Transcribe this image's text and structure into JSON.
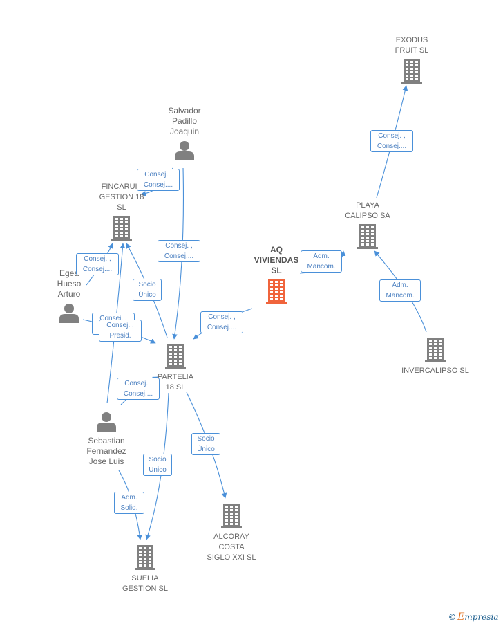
{
  "nodes": [
    {
      "id": "exodus",
      "type": "company",
      "label": "EXODUS\nFRUIT  SL"
    },
    {
      "id": "salvador",
      "type": "person",
      "label": "Salvador\nPadillo\nJoaquin"
    },
    {
      "id": "fincaruiz",
      "type": "company",
      "label": "FINCARUIZ\nGESTION 18\nSL"
    },
    {
      "id": "playa",
      "type": "company",
      "label": "PLAYA\nCALIPSO SA"
    },
    {
      "id": "aq",
      "type": "company",
      "focus": true,
      "label": "AQ\nVIVIENDAS\nSL"
    },
    {
      "id": "egea",
      "type": "person",
      "label": "Egea\nHueso\nArturo"
    },
    {
      "id": "invercalipso",
      "type": "company",
      "label": "INVERCALIPSO SL"
    },
    {
      "id": "partelia",
      "type": "company",
      "label": "PARTELIA\n18  SL"
    },
    {
      "id": "sebastian",
      "type": "person",
      "label": "Sebastian\nFernandez\nJose Luis"
    },
    {
      "id": "alcoray",
      "type": "company",
      "label": "ALCORAY\nCOSTA\nSIGLO XXI  SL"
    },
    {
      "id": "suelia",
      "type": "company",
      "label": "SUELIA\nGESTION  SL"
    }
  ],
  "edges": [
    {
      "from": "playa",
      "to": "exodus",
      "label": "Consej. ,\nConsej...."
    },
    {
      "from": "salvador",
      "to": "fincaruiz",
      "label": "Consej. ,\nConsej...."
    },
    {
      "from": "salvador",
      "to": "partelia",
      "label": "Consej. ,\nConsej...."
    },
    {
      "from": "aq",
      "to": "playa",
      "label": "Adm.\nMancom."
    },
    {
      "from": "invercalipso",
      "to": "playa",
      "label": "Adm.\nMancom."
    },
    {
      "from": "egea",
      "to": "fincaruiz",
      "label": "Consej. ,\nConsej...."
    },
    {
      "from": "partelia",
      "to": "fincaruiz",
      "label": "Socio\nÚnico"
    },
    {
      "from": "aq",
      "to": "partelia",
      "label": "Consej. ,\nConsej...."
    },
    {
      "from": "egea",
      "to": "partelia",
      "label": "Consej. ,\nC..."
    },
    {
      "from": "sebastian",
      "to": "fincaruiz",
      "label": "Consej. ,\nPresid."
    },
    {
      "from": "sebastian",
      "to": "partelia",
      "label": "Consej. ,\nConsej...."
    },
    {
      "from": "partelia",
      "to": "alcoray",
      "label": "Socio\nÚnico"
    },
    {
      "from": "partelia",
      "to": "suelia",
      "label": "Socio\nÚnico"
    },
    {
      "from": "sebastian",
      "to": "suelia",
      "label": "Adm.\nSolid."
    }
  ],
  "colors": {
    "edge": "#4a90d9",
    "company_icon": "#808080",
    "person_icon": "#808080",
    "focus_icon": "#f0643c"
  },
  "brand": {
    "copyright": "©",
    "initial": "E",
    "rest": "mpresia"
  }
}
